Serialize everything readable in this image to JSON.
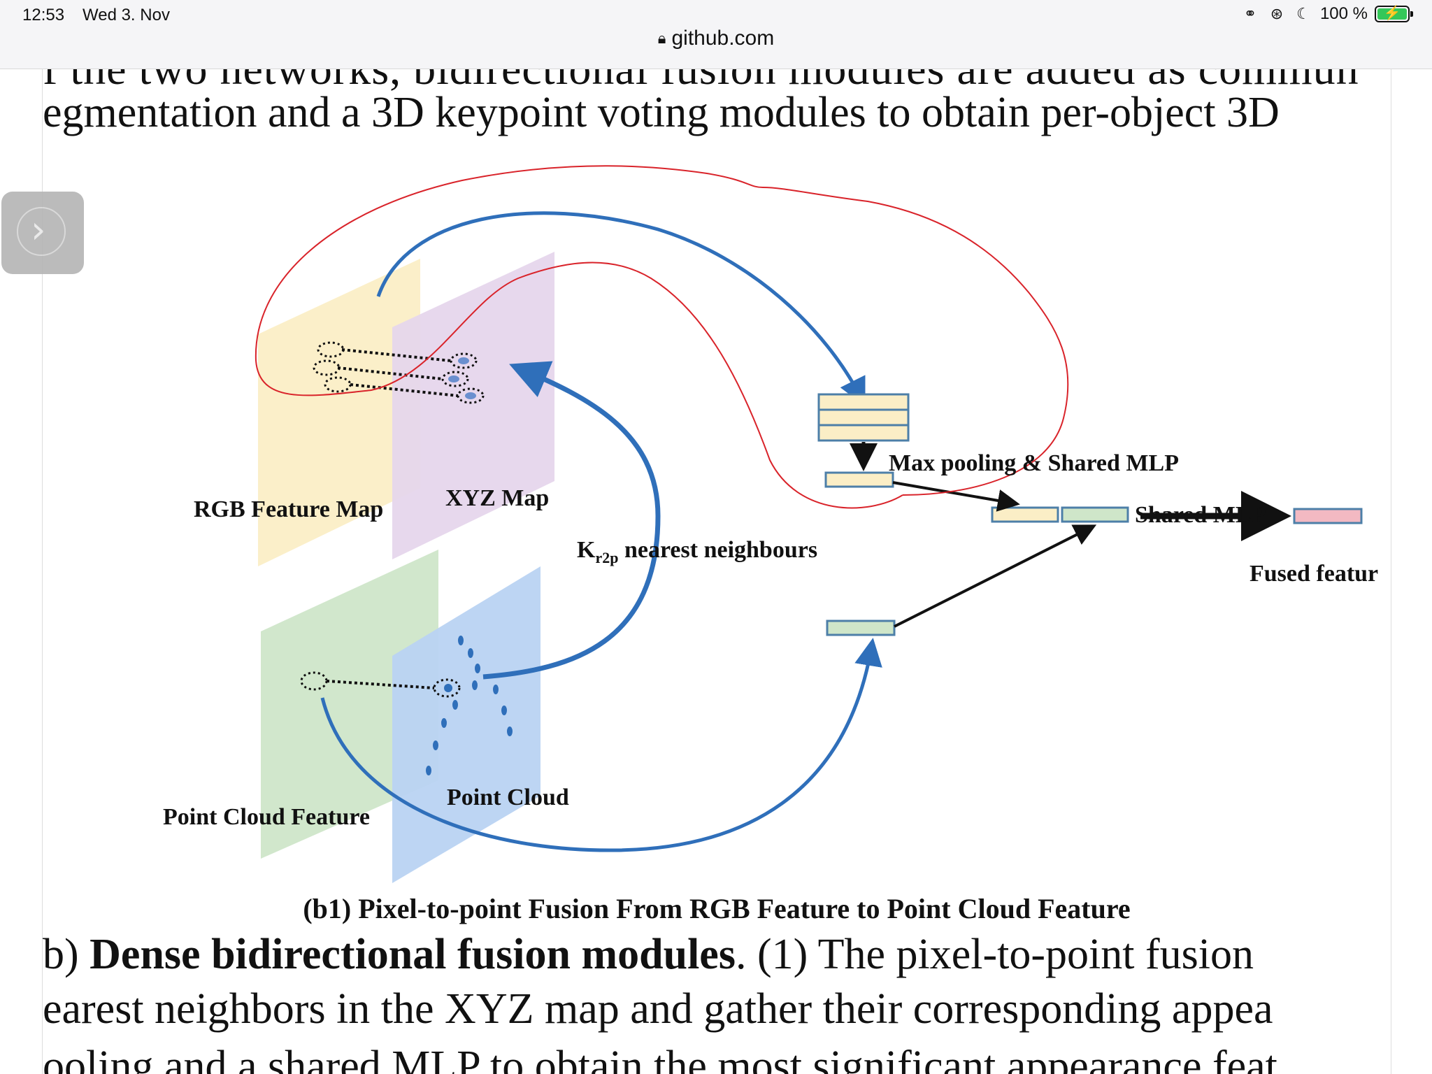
{
  "status_bar": {
    "time": "12:53",
    "date": "Wed 3. Nov",
    "battery": "100 %",
    "url": "github.com"
  },
  "page": {
    "line_top_partial": "f the two networks, bidirectional fusion modules are added as commun",
    "line_top": "egmentation and a 3D keypoint voting modules to obtain per-object 3D",
    "figure": {
      "rgb_feature_map": "RGB Feature Map",
      "xyz_map": "XYZ Map",
      "max_pooling": "Max pooling & Shared MLP",
      "shared_mlp": "Shared MLP",
      "k_main": "K",
      "k_sub": "r2p",
      "nearest": " nearest neighbours",
      "fused_feature": "Fused featur",
      "point_cloud_feature": "Point Cloud Feature",
      "point_cloud": "Point Cloud"
    },
    "caption": "(b1) Pixel-to-point Fusion From RGB Feature to Point Cloud Feature",
    "body_1_prefix": "b) ",
    "body_1_bold": "Dense bidirectional fusion modules",
    "body_1_rest": ". (1) The pixel-to-point fusion",
    "body_2": "earest neighbors in the XYZ map and gather their corresponding appea",
    "body_3": "ooling and a shared MLP to obtain the most significant appearance feat"
  },
  "colors": {
    "rgb_plane": "#fbeec6",
    "xyz_plane": "#e6d6ec",
    "pc_feature_plane": "#cfe6c9",
    "pc_plane": "#b9d3f2",
    "arrow_blue": "#2f6fba",
    "annotation_red": "#d9232a",
    "fused_pink": "#f3b9c2"
  }
}
